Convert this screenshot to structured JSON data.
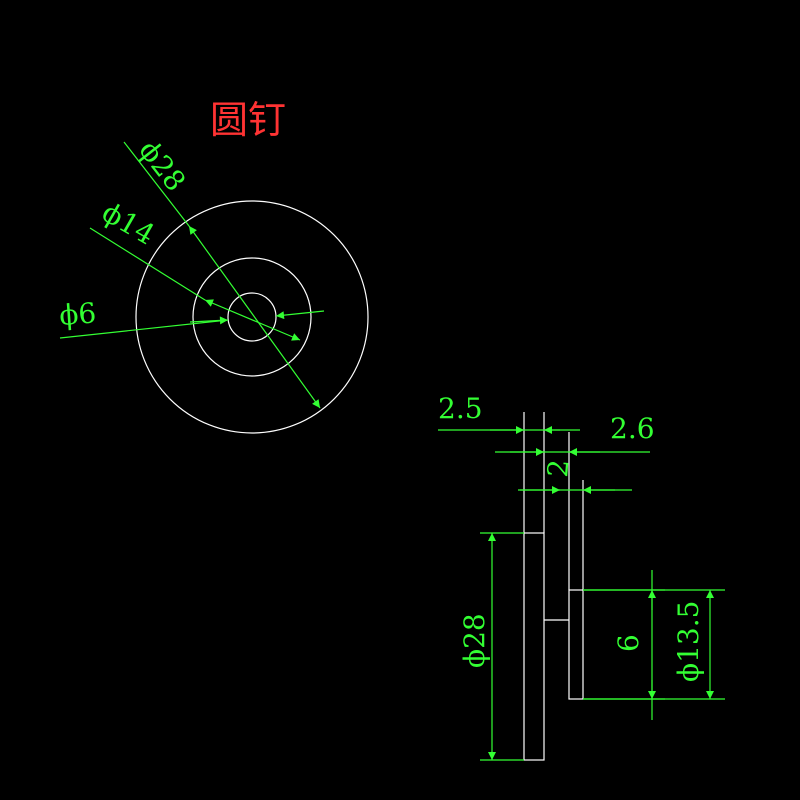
{
  "title": "圆钉",
  "colors": {
    "background": "#000000",
    "geometry": "#ffffff",
    "dimension": "#33ff33",
    "title": "#ff3333"
  },
  "front_view": {
    "outer_diameter_label": "ϕ28",
    "middle_diameter_label": "ϕ14",
    "inner_diameter_label": "ϕ6"
  },
  "side_view": {
    "head_thickness_label": "2.5",
    "gap_label": "2",
    "shank_offset_label": "2.6",
    "head_diameter_label": "ϕ28",
    "shank_inner_label": "6",
    "shank_diameter_label": "ϕ13.5"
  }
}
